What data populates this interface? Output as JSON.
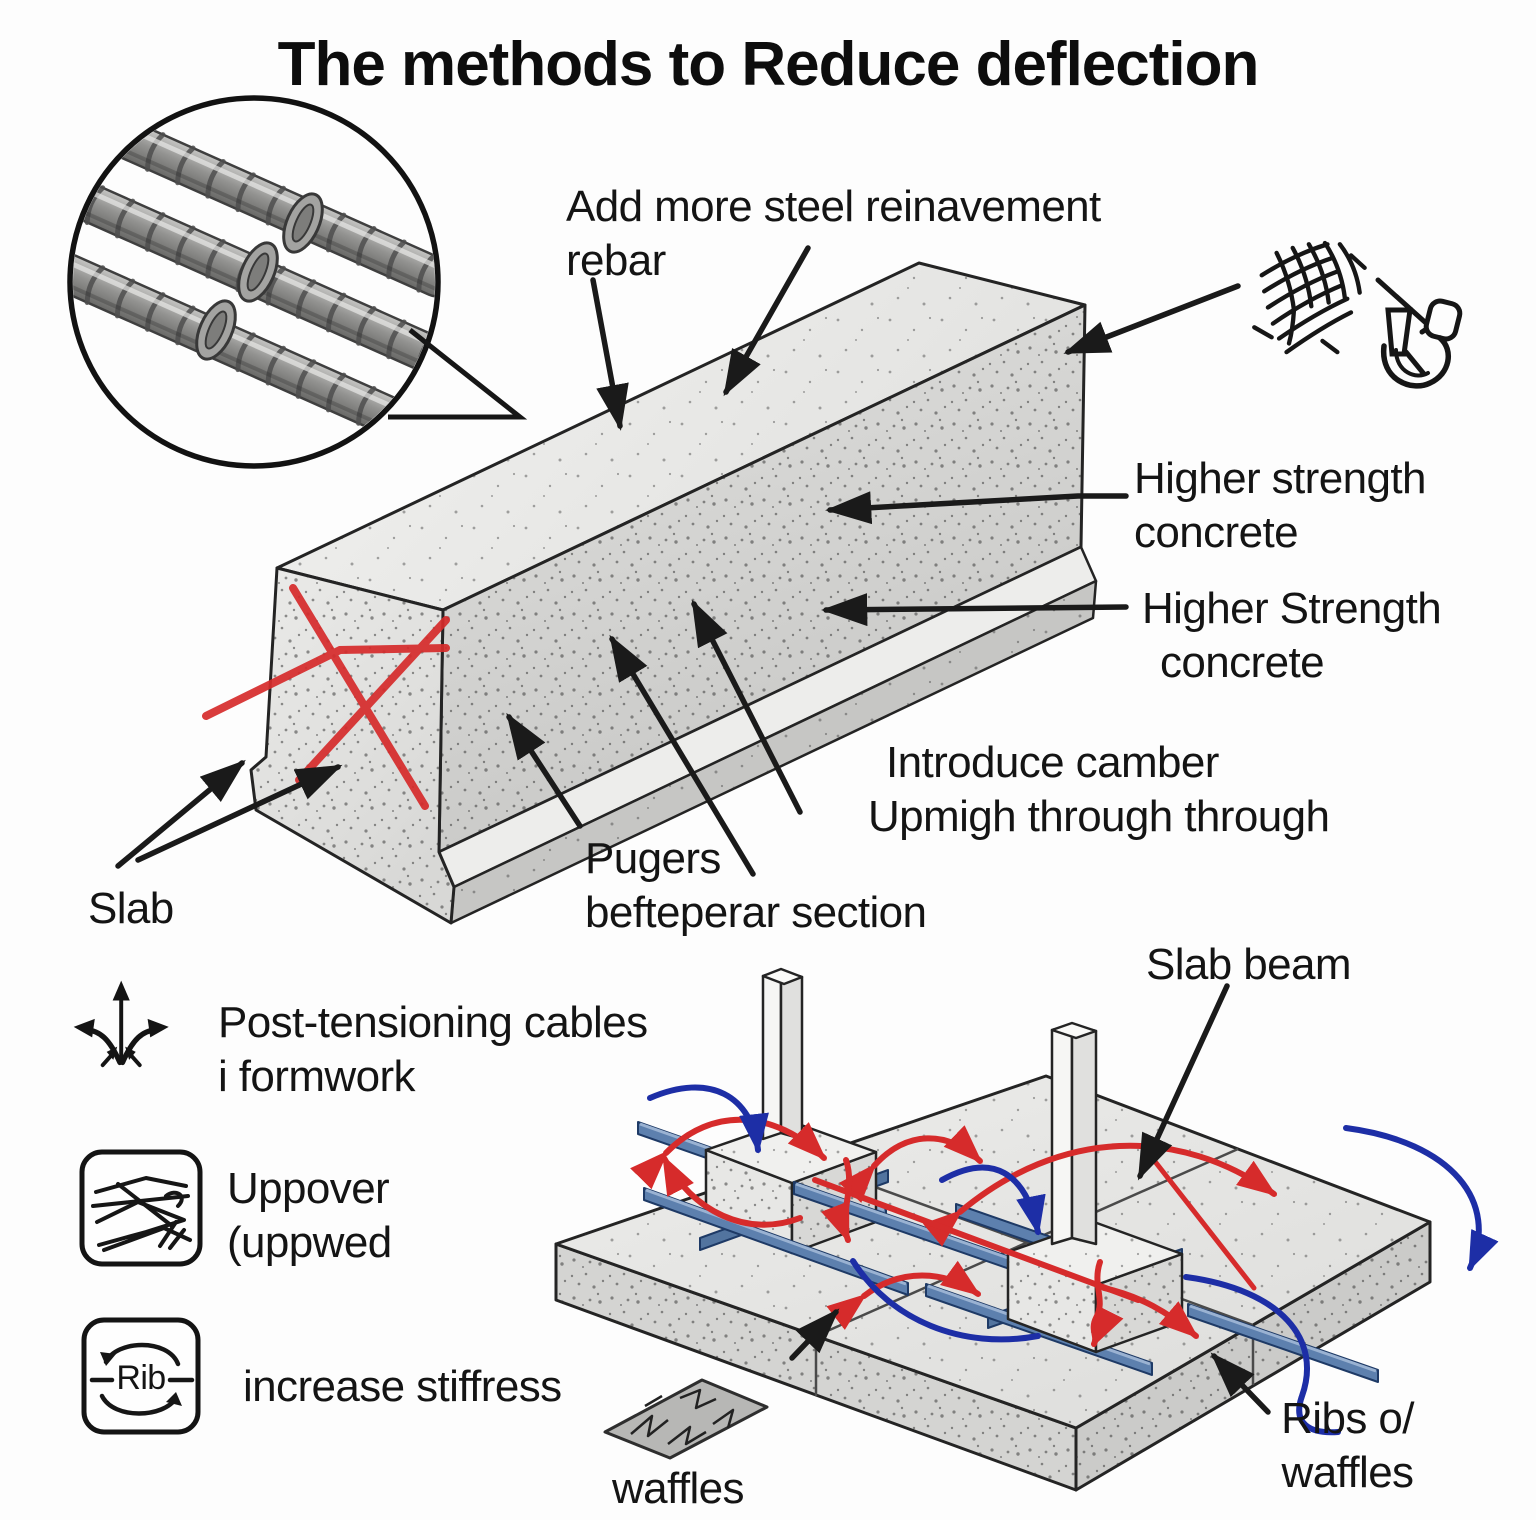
{
  "title": "The methods to Reduce deflection",
  "colors": {
    "marking_red": "#d62b2b",
    "cable_blue": "#1d2ea6",
    "rail_blue": "#5d80ae",
    "arrow_black": "#1a1a1a",
    "concrete_light": "#e8e8e6",
    "concrete_mid": "#cfcfcd"
  },
  "labels": {
    "add_rebar_line1": "Add more steel reinavement",
    "add_rebar_line2": "rebar",
    "higher_strength_1_line1": "Higher strength",
    "higher_strength_1_line2": "concrete",
    "higher_strength_2_line1": "Higher Strength",
    "higher_strength_2_line2": "concrete",
    "introduce_camber_line1": "Introduce camber",
    "introduce_camber_line2": "Upmigh through through",
    "pugers_line1": "Pugers",
    "pugers_line2": "befteperar section",
    "slab": "Slab",
    "post_tensioning_line1": "Post-tensioning cables",
    "post_tensioning_line2": "i formwork",
    "uppover_line1": "Uppover",
    "uppover_line2": "(uppwed",
    "increase_stiffness": "increase stiffress",
    "slab_beam": "Slab beam",
    "ribs_line1": "Ribs o/",
    "ribs_line2": "waffles",
    "waffles": "waffles",
    "rib_icon_text": "Rib"
  },
  "icons": {
    "rebar_inset": "rebar-closeup-icon",
    "mesh": "wire-mesh-icon",
    "hook": "hook-clamp-icon",
    "post_tension": "post-tension-arrows-icon",
    "scribble": "scribble-mesh-icon",
    "rib_badge": "rib-circular-arrows-icon"
  }
}
